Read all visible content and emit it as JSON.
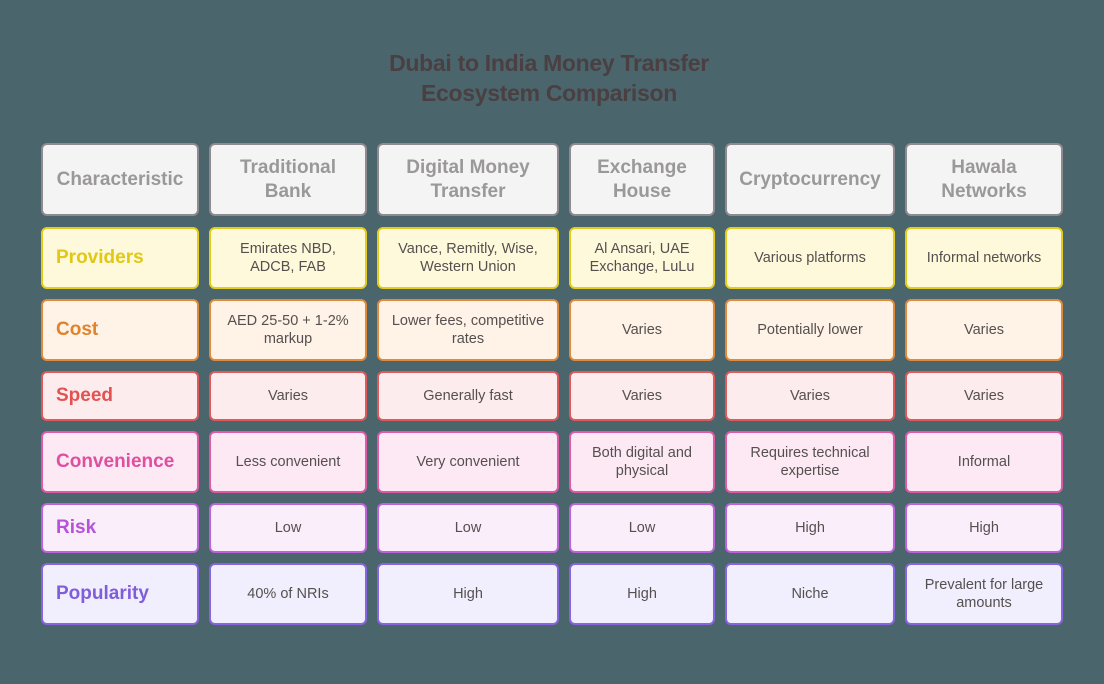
{
  "title": {
    "line1": "Dubai to India Money Transfer",
    "line2": "Ecosystem Comparison"
  },
  "columns": [
    "Characteristic",
    "Traditional Bank",
    "Digital Money Transfer",
    "Exchange House",
    "Cryptocurrency",
    "Hawala Networks"
  ],
  "rows": [
    {
      "label": "Providers",
      "color": "#e3cc1c",
      "values": [
        "Emirates NBD, ADCB, FAB",
        "Vance, Remitly, Wise, Western Union",
        "Al Ansari, UAE Exchange, LuLu",
        "Various platforms",
        "Informal networks"
      ]
    },
    {
      "label": "Cost",
      "color": "#e08a3c",
      "values": [
        "AED 25-50 + 1-2% markup",
        "Lower fees, competitive rates",
        "Varies",
        "Potentially lower",
        "Varies"
      ]
    },
    {
      "label": "Speed",
      "color": "#e05a5a",
      "values": [
        "Varies",
        "Generally fast",
        "Varies",
        "Varies",
        "Varies"
      ]
    },
    {
      "label": "Convenience",
      "color": "#de5aa6",
      "values": [
        "Less convenient",
        "Very convenient",
        "Both digital and physical",
        "Requires technical expertise",
        "Informal"
      ]
    },
    {
      "label": "Risk",
      "color": "#bd62db",
      "values": [
        "Low",
        "Low",
        "Low",
        "High",
        "High"
      ]
    },
    {
      "label": "Popularity",
      "color": "#8765df",
      "values": [
        "40% of NRIs",
        "High",
        "High",
        "Niche",
        "Prevalent for large amounts"
      ]
    }
  ]
}
